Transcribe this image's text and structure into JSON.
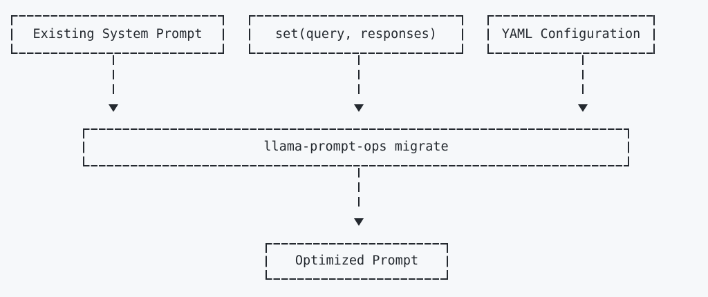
{
  "diagram": {
    "type": "ascii-flowchart",
    "colors": {
      "background": "#f6f8fa",
      "ink": "#24292f"
    },
    "nodes": {
      "existing": {
        "label": "Existing System Prompt"
      },
      "dataset": {
        "label": "set(query, responses)"
      },
      "yaml": {
        "label": "YAML Configuration"
      },
      "migrate": {
        "label": "llama-prompt-ops migrate"
      },
      "optimized": {
        "label": "Optimized Prompt"
      }
    },
    "edges": [
      {
        "from": "existing",
        "to": "migrate"
      },
      {
        "from": "dataset",
        "to": "migrate"
      },
      {
        "from": "yaml",
        "to": "migrate"
      },
      {
        "from": "migrate",
        "to": "optimized"
      }
    ]
  }
}
